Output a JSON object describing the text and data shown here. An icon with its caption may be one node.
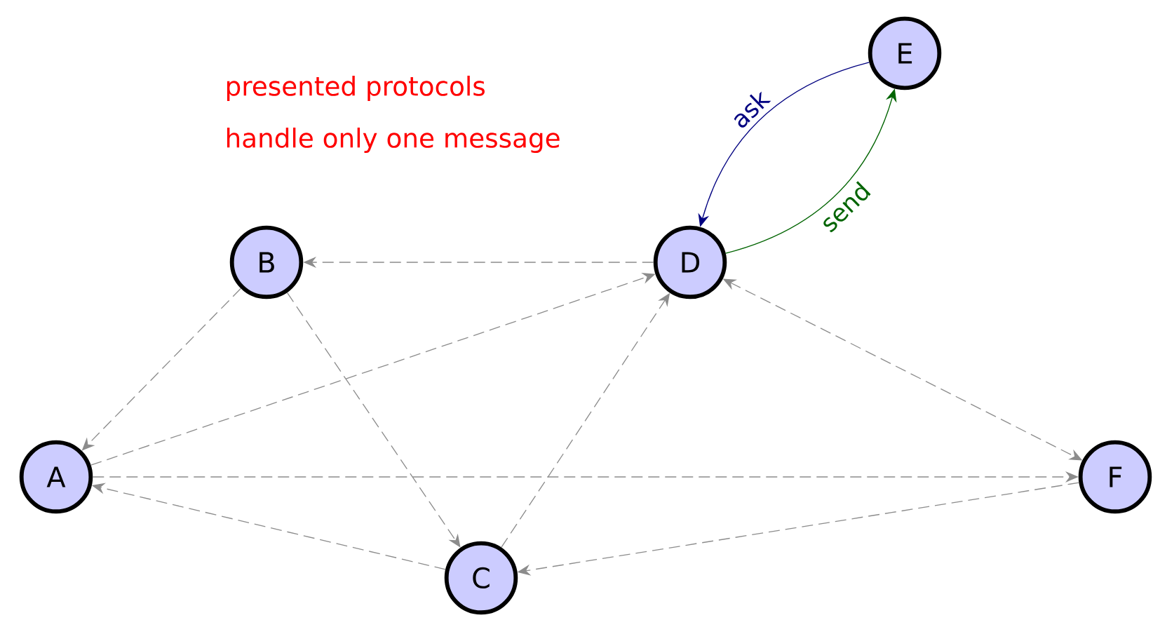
{
  "diagram": {
    "nodes": [
      {
        "text": [
          "A"
        ]
      },
      {
        "text": [
          "B"
        ]
      },
      {
        "text": [
          "C"
        ]
      },
      {
        "text": [
          "D"
        ]
      },
      {
        "text": [
          "E"
        ]
      },
      {
        "text": [
          "F"
        ]
      }
    ],
    "edges": [
      {
        "from": 3,
        "to": 1,
        "arrow": "to",
        "style": "dashed"
      },
      {
        "from": 1,
        "to": 0,
        "arrow": "to",
        "style": "dashed"
      },
      {
        "from": 0,
        "to": 3,
        "arrow": "to",
        "style": "dashed"
      },
      {
        "from": 1,
        "to": 2,
        "arrow": "to",
        "style": "dashed"
      },
      {
        "from": 2,
        "to": 0,
        "arrow": "to",
        "style": "dashed"
      },
      {
        "from": 2,
        "to": 3,
        "arrow": "to",
        "style": "dashed"
      },
      {
        "from": 0,
        "to": 5,
        "arrow": "to",
        "style": "dashed"
      },
      {
        "from": 5,
        "to": 2,
        "arrow": "to",
        "style": "dashed"
      },
      {
        "from": 3,
        "to": 5,
        "arrow": "both",
        "style": "dashed"
      },
      {
        "from": 4,
        "to": 3,
        "arrow": "to",
        "label": "ask",
        "color": "#000080"
      },
      {
        "from": 3,
        "to": 4,
        "arrow": "to",
        "label": "send",
        "color": "#006400"
      }
    ],
    "labels": [
      "presented protocols",
      "handle only one message"
    ]
  }
}
